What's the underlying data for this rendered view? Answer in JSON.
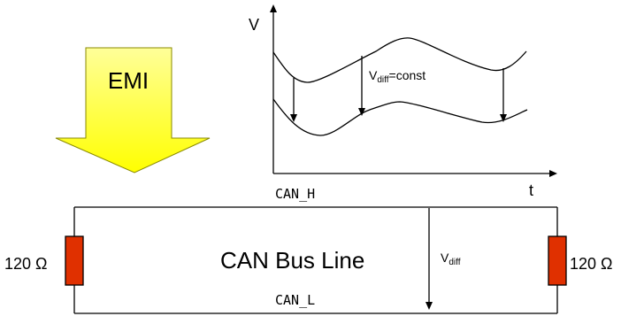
{
  "arrow": {
    "label": "EMI"
  },
  "graph": {
    "y_label": "V",
    "x_label": "t",
    "annotation": {
      "base": "V",
      "sub": "diff",
      "suffix": "=const"
    }
  },
  "circuit": {
    "can_h": "CAN_H",
    "can_l": "CAN_L",
    "title": "CAN Bus Line",
    "vdiff": {
      "base": "V",
      "sub": "diff"
    },
    "left_resistor": "120 Ω",
    "right_resistor": "120 Ω"
  },
  "colors": {
    "arrow_fill": "#ffff00",
    "resistor_fill": "#e03000",
    "line": "#000000"
  }
}
